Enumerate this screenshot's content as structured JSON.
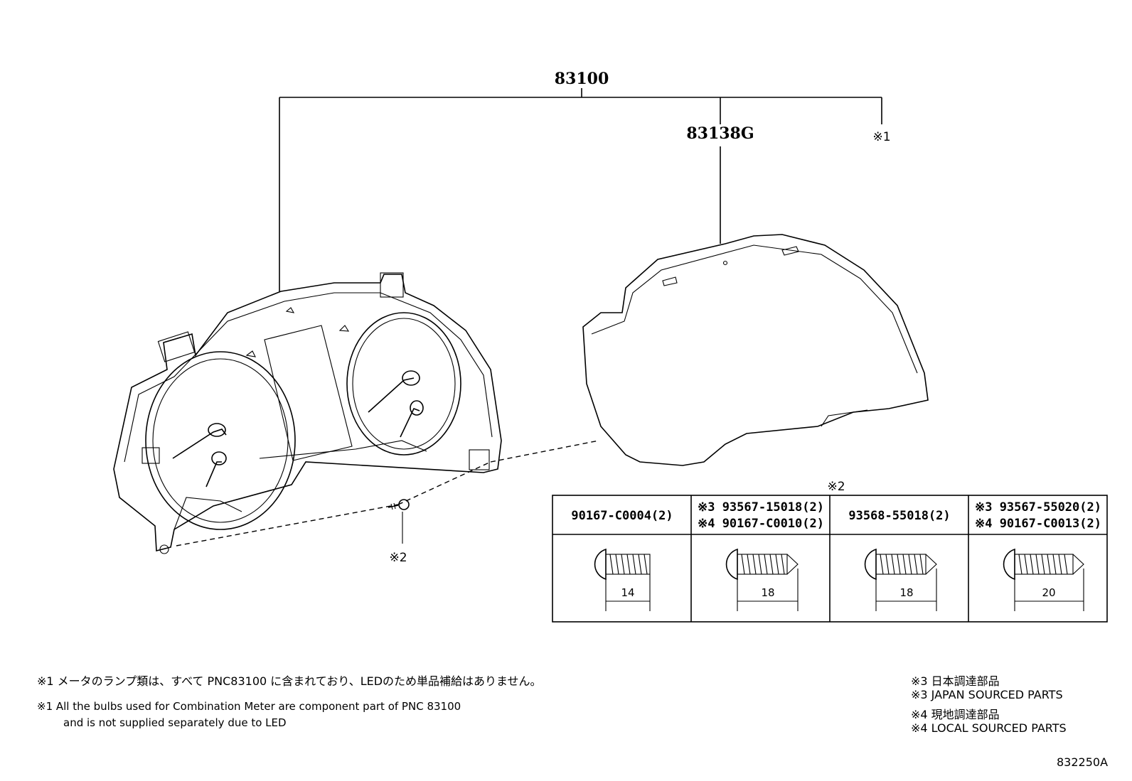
{
  "callouts": {
    "assembly": "83100",
    "lens": "83138G",
    "bulbs_ref": "※1",
    "screw_ref": "※2",
    "table_ref": "※2"
  },
  "screw_table": [
    {
      "line1": "90167-C0004(2)",
      "line2": "",
      "length": "14"
    },
    {
      "line1": "※3 93567-15018(2)",
      "line2": "※4 90167-C0010(2)",
      "length": "18"
    },
    {
      "line1": "93568-55018(2)",
      "line2": "",
      "length": "18"
    },
    {
      "line1": "※3 93567-55020(2)",
      "line2": "※4 90167-C0013(2)",
      "length": "20"
    }
  ],
  "notes": {
    "jp_note": "※1 メータのランプ類は、すべて PNC83100 に含まれており、LEDのため単品補給はありません。",
    "en_note_line1": "※1 All the bulbs used for Combination Meter are component part of PNC 83100",
    "en_note_line2": "and is not supplied separately due to LED"
  },
  "legend": {
    "l1": "※3 日本調達部品",
    "l2": "※3 JAPAN SOURCED PARTS",
    "l3": "※4 現地調達部品",
    "l4": "※4 LOCAL SOURCED PARTS"
  },
  "figure_code": "832250A"
}
